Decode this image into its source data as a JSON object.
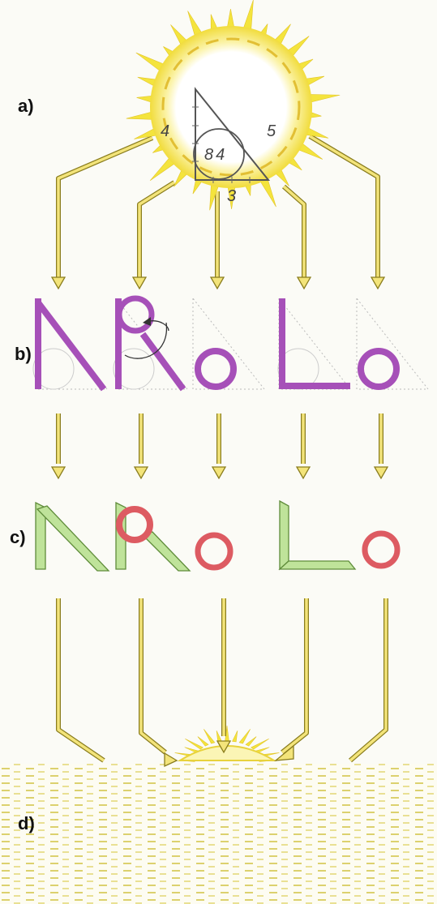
{
  "labels": {
    "a": "a)",
    "b": "b)",
    "c": "c)",
    "d": "d)"
  },
  "triangle": {
    "side_left": "4",
    "side_right": "5",
    "side_bottom": "3",
    "center": "84"
  },
  "colors": {
    "arrow_fill": "#f3e47a",
    "arrow_stroke": "#8a7d1e",
    "sun_ray": "#f4e43d",
    "sun_glow": "#f8f0a0",
    "purple": "#a650b8",
    "green": "#bfe39a",
    "green_stroke": "#5f8c3a",
    "red_ring": "#dd5b62",
    "ground_dash": "#d8cc5a"
  },
  "icons": [
    "sun-icon",
    "right-triangle-icon",
    "rotation-arrow-icon",
    "horizon-sun-icon"
  ]
}
